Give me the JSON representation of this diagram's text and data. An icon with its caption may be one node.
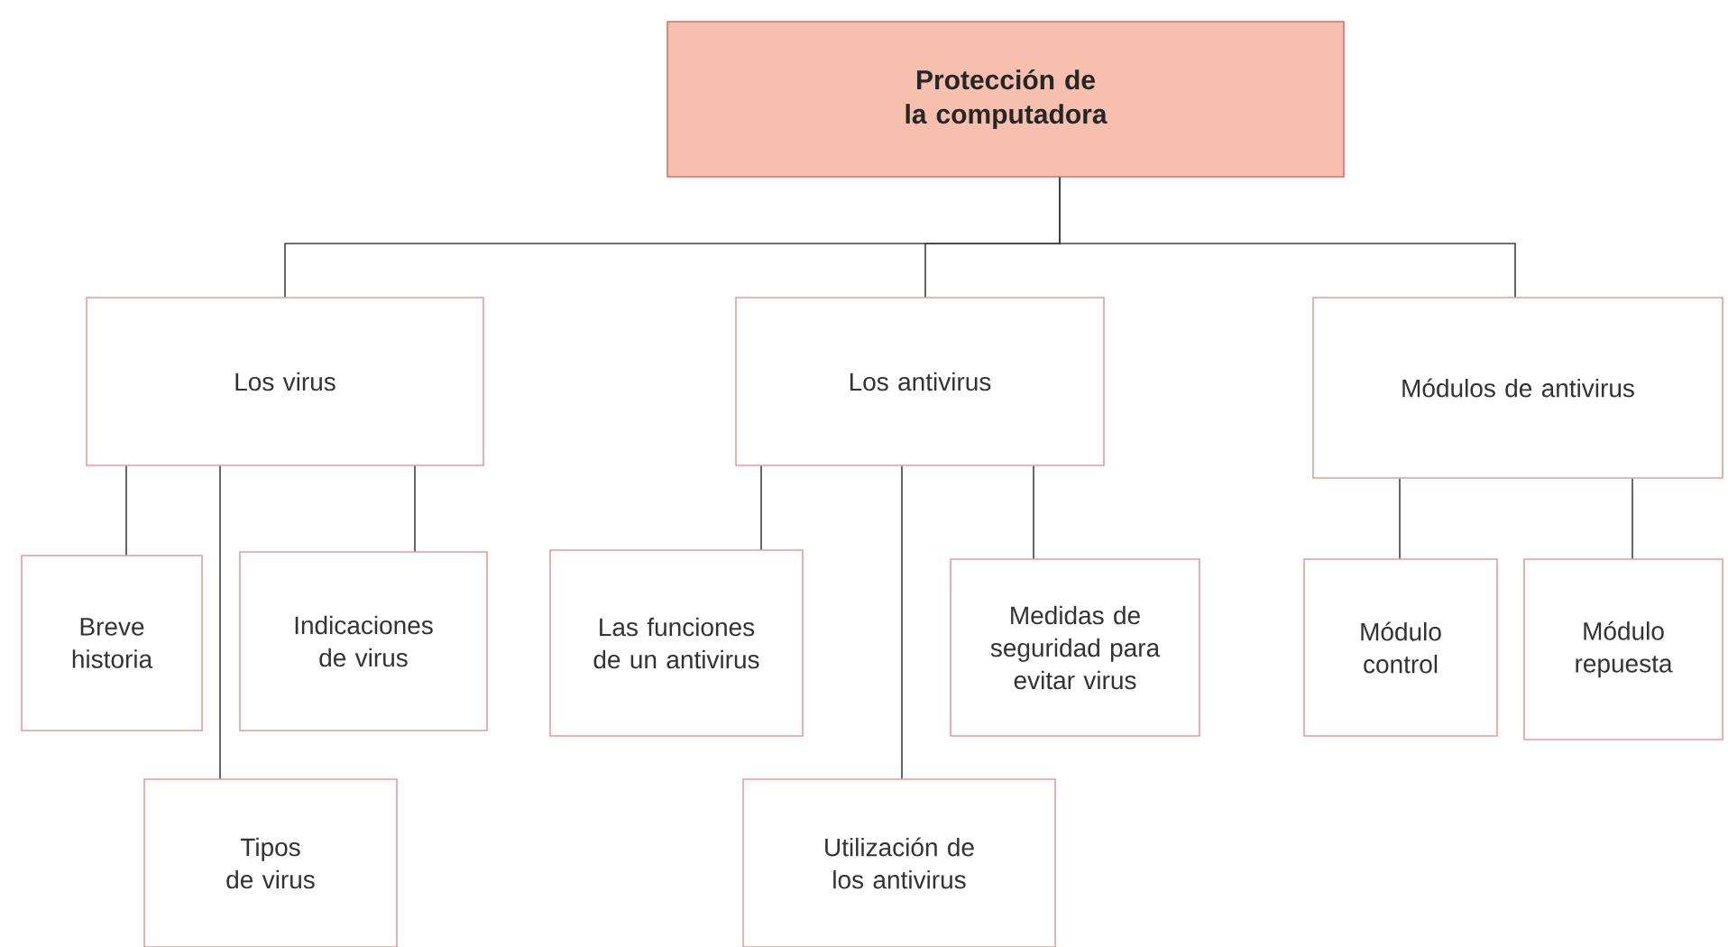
{
  "diagram": {
    "nodes": [
      {
        "text": [
          "Protección de la computadora"
        ]
      },
      {
        "text": [
          "Los virus"
        ]
      },
      {
        "text": [
          "Los antivirus"
        ]
      },
      {
        "text": [
          "Módulos de antivirus"
        ]
      },
      {
        "text": [
          "Breve historia"
        ]
      },
      {
        "text": [
          "Indicaciones de virus"
        ]
      },
      {
        "text": [
          "Tipos de virus"
        ]
      },
      {
        "text": [
          "Las funciones de un antivirus"
        ]
      },
      {
        "text": [
          "Medidas de seguridad para evitar virus"
        ]
      },
      {
        "text": [
          "Utilización de los antivirus"
        ]
      },
      {
        "text": [
          "Módulo control"
        ]
      },
      {
        "text": [
          "Módulo repuesta"
        ]
      }
    ],
    "edges": [
      {
        "from": 0,
        "to": 1,
        "arrow": "none"
      },
      {
        "from": 0,
        "to": 2,
        "arrow": "none"
      },
      {
        "from": 0,
        "to": 3,
        "arrow": "none"
      },
      {
        "from": 1,
        "to": 4,
        "arrow": "none"
      },
      {
        "from": 1,
        "to": 6,
        "arrow": "none"
      },
      {
        "from": 1,
        "to": 5,
        "arrow": "none"
      },
      {
        "from": 2,
        "to": 7,
        "arrow": "none"
      },
      {
        "from": 2,
        "to": 9,
        "arrow": "none"
      },
      {
        "from": 2,
        "to": 8,
        "arrow": "none"
      },
      {
        "from": 3,
        "to": 10,
        "arrow": "none"
      },
      {
        "from": 3,
        "to": 11,
        "arrow": "none"
      }
    ]
  }
}
